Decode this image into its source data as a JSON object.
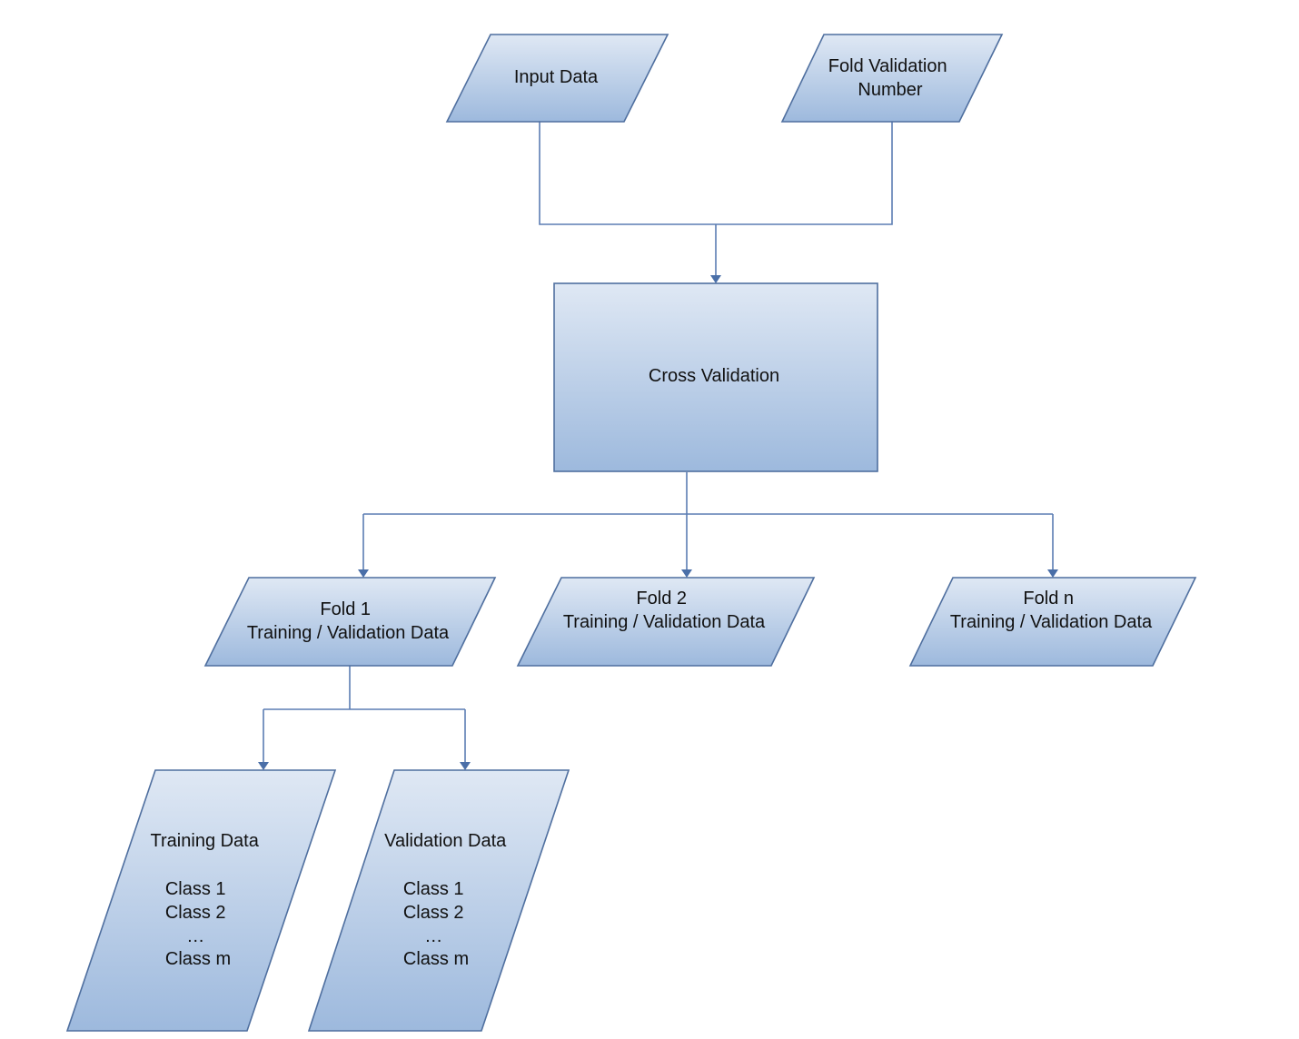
{
  "diagram": {
    "colors": {
      "fill_top": "#dfe8f4",
      "fill_bottom": "#9db9dd",
      "stroke": "#4f6f9f",
      "connector": "#5b7db3"
    },
    "nodes": {
      "input_data": {
        "lines": [
          "Input Data"
        ]
      },
      "fold_validation_number": {
        "lines": [
          "Fold Validation",
          "Number"
        ]
      },
      "cross_validation": {
        "lines": [
          "Cross Validation"
        ]
      },
      "fold_1": {
        "lines": [
          "Fold 1",
          "Training / Validation Data"
        ]
      },
      "fold_2": {
        "lines": [
          "Fold 2",
          "Training / Validation Data"
        ]
      },
      "fold_n": {
        "lines": [
          "Fold n",
          "Training / Validation Data"
        ]
      },
      "training_data": {
        "lines": [
          "Training Data",
          "",
          "Class 1",
          "Class 2",
          "…",
          "Class m"
        ]
      },
      "validation_data": {
        "lines": [
          "Validation Data",
          "",
          "Class 1",
          "Class 2",
          "…",
          "Class m"
        ]
      }
    }
  }
}
